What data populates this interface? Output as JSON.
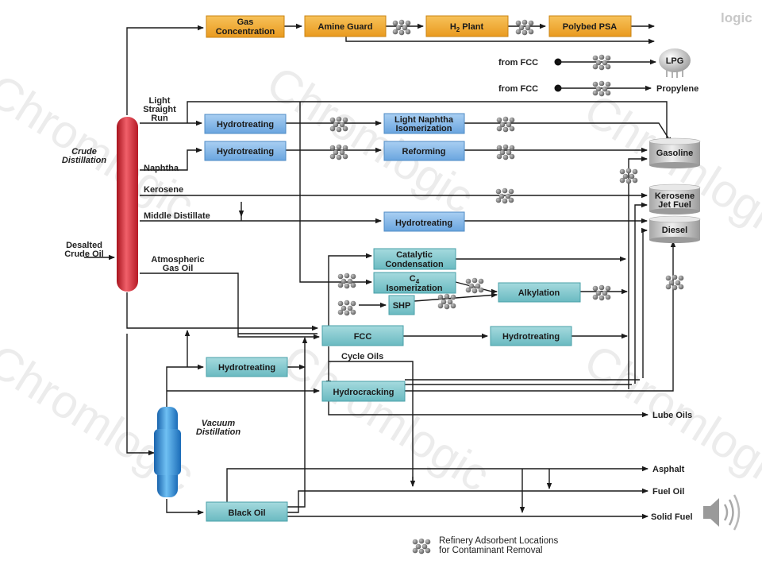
{
  "logo_text": "logic",
  "watermarks": [
    "Chromlogic",
    "Chromlogic",
    "Chromlogic",
    "Chromlogic",
    "Chromlogic",
    "Chromlogic"
  ],
  "top_row": {
    "gas_concentration": [
      "Gas",
      "Concentration"
    ],
    "amine_guard": "Amine Guard",
    "h2_plant_main": "H",
    "h2_plant_sub": "2",
    "h2_plant_rest": " Plant",
    "polybed_psa": "Polybed PSA"
  },
  "fcc_sources": {
    "from_fcc_1": "from FCC",
    "from_fcc_2": "from FCC",
    "lpg": "LPG",
    "propylene": "Propylene"
  },
  "crude": {
    "crude_distillation": [
      "Crude",
      "Distillation"
    ],
    "desalted_crude_oil": [
      "Desalted",
      "Crude Oil"
    ],
    "light_straight_run": [
      "Light",
      "Straight",
      "Run"
    ],
    "naphtha": "Naphtha",
    "kerosene": "Kerosene",
    "middle_distillate": "Middle Distillate",
    "atmospheric_gas_oil": [
      "Atmospheric",
      "Gas Oil"
    ]
  },
  "units": {
    "hydrotreating_1": "Hydrotreating",
    "hydrotreating_2": "Hydrotreating",
    "light_naphtha_isomerization": [
      "Light Naphtha",
      "Isomerization"
    ],
    "reforming": "Reforming",
    "hydrotreating_3": "Hydrotreating",
    "catalytic_condensation": [
      "Catalytic",
      "Condensation"
    ],
    "c4_isomerization_main": "C",
    "c4_isomerization_sub": "4",
    "c4_isomerization_line2": "Isomerization",
    "shp": "SHP",
    "alkylation": "Alkylation",
    "fcc": "FCC",
    "hydrotreating_4": "Hydrotreating",
    "hydrotreating_5": "Hydrotreating",
    "hydrocracking": "Hydrocracking",
    "black_oil": "Black Oil"
  },
  "vacuum": {
    "vacuum_distillation": [
      "Vacuum",
      "Distillation"
    ],
    "cycle_oils": "Cycle Oils"
  },
  "products": {
    "gasoline": "Gasoline",
    "kerosene_jet_fuel": [
      "Kerosene",
      "Jet Fuel"
    ],
    "diesel": "Diesel",
    "lube_oils": "Lube Oils",
    "asphalt": "Asphalt",
    "fuel_oil": "Fuel Oil",
    "solid_fuel": "Solid Fuel"
  },
  "legend": {
    "line1": "Refinery Adsorbent Locations",
    "line2": "for Contaminant Removal"
  },
  "colors": {
    "orange_box": "#f2ac2e",
    "blue_box": "#7fb4e6",
    "teal_box": "#7fc6cc",
    "crude_column": "#d9303c",
    "vacuum_column": "#2f8fd6",
    "tank": "#cfcfcf",
    "adsorbent": "#7a7a7a"
  },
  "icons": {
    "adsorbent": "adsorbent-cluster-icon",
    "speaker": "speaker-icon",
    "tank": "storage-tank-icon",
    "lpg_sphere": "lpg-sphere-icon"
  }
}
